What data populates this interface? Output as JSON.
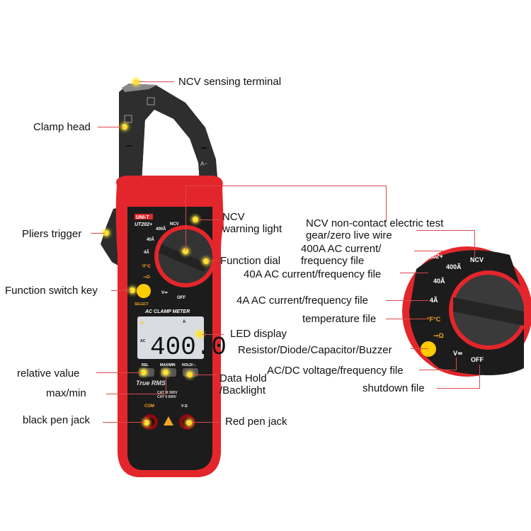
{
  "device": {
    "brand": "UNI-T",
    "model": "UT202+",
    "panel_title": "AC CLAMP METER",
    "display_value": "400.0",
    "display_unit": "A",
    "display_mode": "AC",
    "true_rms": "True RMS",
    "buttons": [
      "REL",
      "MAX/MIN",
      "HOLD/☼"
    ],
    "select_label": "SELECT",
    "jack_com": "COM",
    "jack_v": "V Ω",
    "cat_rating": [
      "CAT III 300V",
      "CAT II 600V"
    ],
    "dial_positions": [
      "NCV",
      "400Ã",
      "40Ã",
      "4Ã",
      "°F°C",
      "Ω/Diode/Cap/Buzzer",
      "V≂",
      "OFF"
    ],
    "clamp_marks": [
      "A~"
    ]
  },
  "labels": {
    "ncv_sensing": "NCV sensing terminal",
    "clamp_head": "Clamp head",
    "pliers_trigger": "Pliers trigger",
    "function_switch": "Function switch key",
    "ncv_warning_1": "NCV",
    "ncv_warning_2": "warning light",
    "function_dial": "Function dial",
    "led_display": "LED display",
    "relative_value": "relative value",
    "max_min": "max/min",
    "data_hold_1": "Data Hold",
    "data_hold_2": "/Backlight",
    "black_jack": "black pen jack",
    "red_jack": "Red pen jack",
    "ncv_gear_1": "NCV non-contact electric test",
    "ncv_gear_2": "gear/zero live wire",
    "a400_1": "400A AC current/",
    "a400_2": "frequency file",
    "a40": "40A AC current/frequency file",
    "a4": "4A AC current/frequency file",
    "temp": "temperature file",
    "resistor": "Resistor/Diode/Capacitor/Buzzer",
    "voltage": "AC/DC voltage/frequency file",
    "shutdown": "shutdown file"
  },
  "colors": {
    "body_red": "#e3262b",
    "panel_black": "#1c1c1c",
    "clamp_black": "#2a2a2a",
    "accent_yellow": "#ffcc00",
    "leader_line": "#d94a4a",
    "lcd": "#d9dde2"
  }
}
